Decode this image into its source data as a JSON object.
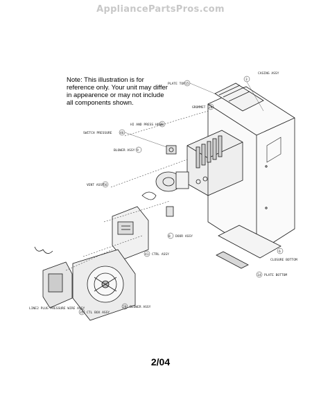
{
  "watermark": "AppliancePartsPros.com",
  "note": "Note: This illustration is for reference only. Your unit may differ in appearence or may not include all components shown.",
  "page_number": "2/04",
  "part_callouts": [
    {
      "label": "CASING ASSY",
      "num": "3"
    },
    {
      "label": "PLATE TOP",
      "num": "15"
    },
    {
      "label": "GROMMET",
      "num": "20"
    },
    {
      "label": "HI AND PRESS HOSE",
      "num": "31"
    },
    {
      "label": "SWITCH PRESSURE",
      "num": "46"
    },
    {
      "label": "BLOWER ASSY",
      "num": "9"
    },
    {
      "label": "VENT ASSY",
      "num": "56"
    },
    {
      "label": "DOOR ASSY",
      "num": "8"
    },
    {
      "label": "CTRL ASSY",
      "num": "41"
    },
    {
      "label": "CLOSURE BOTTOM",
      "num": "6"
    },
    {
      "label": "PLATE BOTTOM",
      "num": "14"
    },
    {
      "label": "BLOWER ASSY",
      "num": "29"
    },
    {
      "label": "CTL BOX ASSY",
      "num": "35"
    },
    {
      "label": "LINE2 PLUG PRESSURE WIRE ASSY",
      "num": ""
    }
  ]
}
